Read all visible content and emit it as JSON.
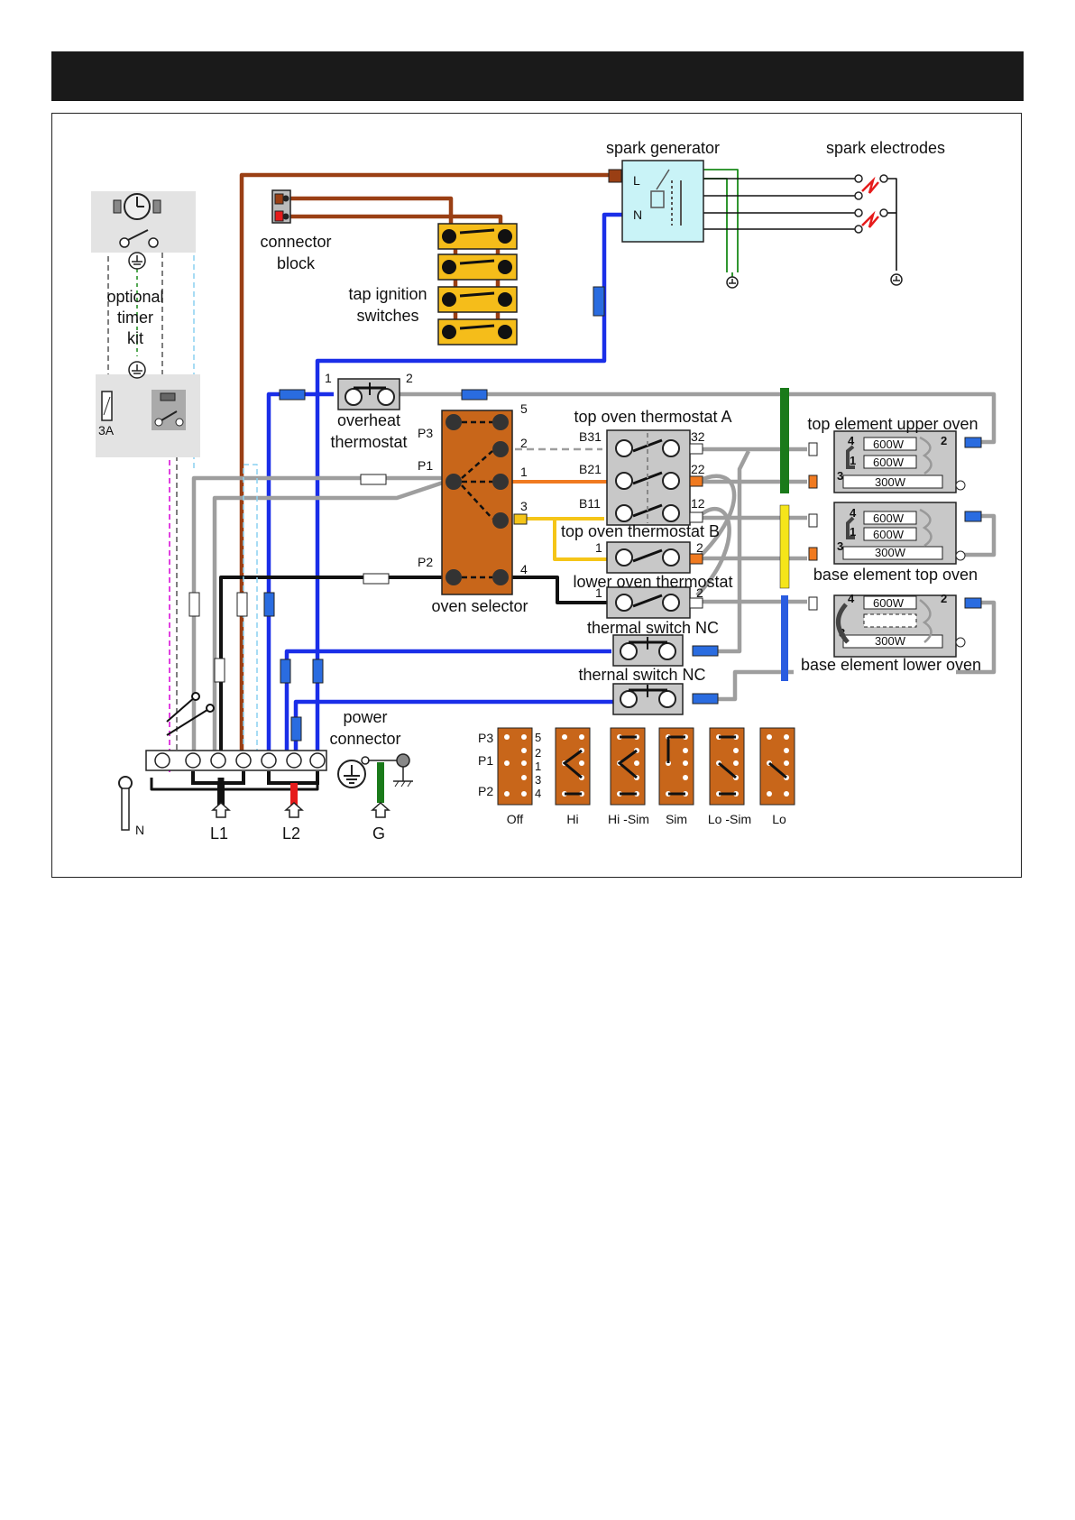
{
  "labels": {
    "spark_generator": "spark generator",
    "spark_electrodes": "spark electrodes",
    "gen_L": "L",
    "gen_N": "N",
    "connector_block_1": "connector",
    "connector_block_2": "block",
    "tap_ignition_1": "tap ignition",
    "tap_ignition_2": "switches",
    "timer_1": "optional",
    "timer_2": "timer",
    "timer_3": "kit",
    "fuse": "3A",
    "overheat_1": "overheat",
    "overheat_2": "thermostat",
    "overheat_pin1": "1",
    "overheat_pin2": "2",
    "oven_selector": "oven selector",
    "sel_P3": "P3",
    "sel_P1": "P1",
    "sel_P2": "P2",
    "sel_t5": "5",
    "sel_t2": "2",
    "sel_t1": "1",
    "sel_t3": "3",
    "sel_t4": "4",
    "thermostat_a": "top oven thermostat A",
    "thermostat_b": "top oven thermostat B",
    "lower_thermostat": "lower oven thermostat",
    "B31": "B31",
    "B21": "B21",
    "B11": "B11",
    "t32": "32",
    "t22": "22",
    "t12": "12",
    "tb1": "1",
    "tb2": "2",
    "tl1": "1",
    "tl2": "2",
    "thermal_switch_1": "thermal switch NC",
    "thermal_switch_2": "thernal switch NC",
    "top_element": "top element upper oven",
    "base_element_top": "base element top oven",
    "base_element_lower": "base element lower oven",
    "w600": "600W",
    "w300": "300W",
    "e4": "4",
    "e2": "2",
    "e1": "1",
    "e3": "3",
    "power_connector_1": "power",
    "power_connector_2": "connector",
    "N": "N",
    "L1": "L1",
    "L2": "L2",
    "G": "G",
    "legend_P3": "P3",
    "legend_P1": "P1",
    "legend_P2": "P2",
    "legend_5": "5",
    "legend_2": "2",
    "legend_1": "1",
    "legend_3": "3",
    "legend_4": "4"
  },
  "selector_positions": [
    "Off",
    "Hi",
    "Hi -Sim",
    "Sim",
    "Lo -Sim",
    "Lo"
  ],
  "colors": {
    "brown": "#9a3f14",
    "blue": "#1a2ee8",
    "grey": "#9e9e9e",
    "black": "#111111",
    "orange": "#f07a20",
    "yellow": "#f5c518",
    "green": "#1a7a1a",
    "red": "#e61b1b",
    "selector": "#c8661a",
    "switch_yellow": "#f5bd1a",
    "generator": "#c9f3f7",
    "component_grey": "#c8c8c8",
    "magenta": "#e040e0"
  }
}
